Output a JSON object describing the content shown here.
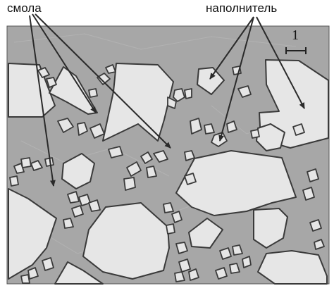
{
  "labels": {
    "resin": "смола",
    "filler": "наполнитель",
    "scale": "1"
  },
  "colors": {
    "matrix": "#a6a6a6",
    "particle_fill": "#e7e7e7",
    "outline": "#3a3a3a",
    "text": "#111111"
  }
}
